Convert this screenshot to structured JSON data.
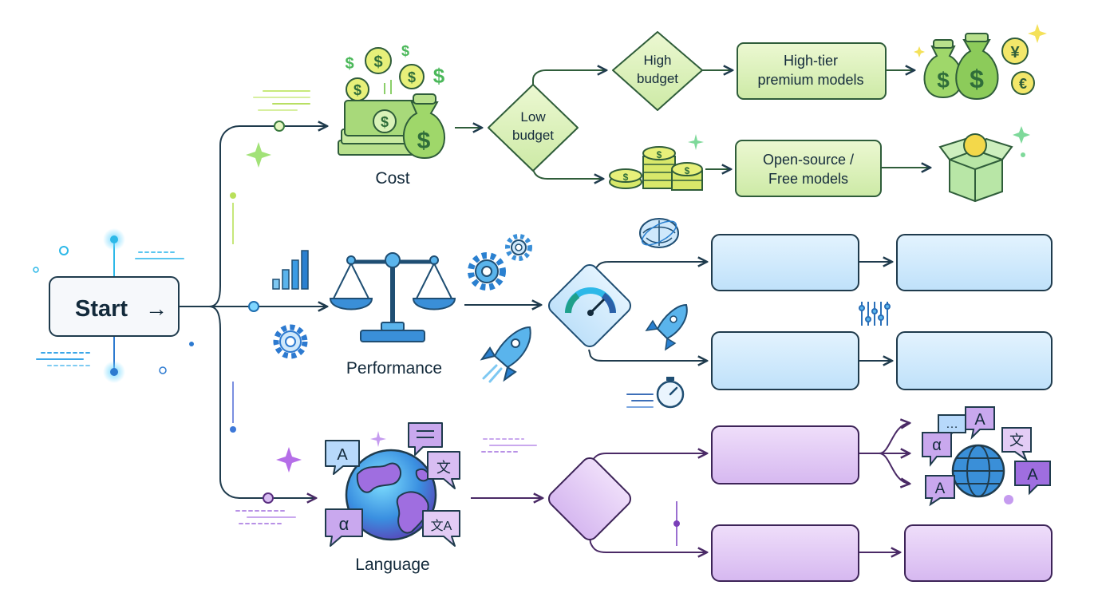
{
  "start": {
    "label": "Start",
    "arrow": "→"
  },
  "branches": {
    "cost": {
      "label": "Cost",
      "low_budget": [
        "Low",
        "budget"
      ],
      "high_budget": [
        "High",
        "budget"
      ],
      "high_models": [
        "High-tier",
        "premium models"
      ],
      "free_models": [
        "Open-source /",
        "Free models"
      ]
    },
    "performance": {
      "label": "Performance"
    },
    "language": {
      "label": "Language"
    }
  },
  "glyphs": {
    "dollar": "$",
    "yen": "¥",
    "euro": "€",
    "alpha": "α",
    "letter_a": "A",
    "translate": "文",
    "translate_small": "文A",
    "ellipsis": "…"
  },
  "colors": {
    "line": "#1f3b4d",
    "green_fill": "#d9f2b8",
    "green_stroke": "#2f6d3a",
    "coin_yellow": "#d8e86a",
    "blue_fill": "#cfe8fb",
    "blue_stroke": "#1f4e73",
    "purple_fill": "#e3ccf5",
    "purple_stroke": "#6d3f98",
    "accent_cyan": "#2db8e8"
  },
  "icons": [
    "money-stack-icon",
    "money-bag-icon",
    "coins-icon",
    "open-box-icon",
    "balance-scale-icon",
    "gears-icon",
    "bar-chart-icon",
    "rocket-icon",
    "speedometer-icon",
    "stopwatch-icon",
    "brain-icon",
    "sliders-icon",
    "globe-icon",
    "speech-bubble-icon",
    "sparkle-icon"
  ]
}
